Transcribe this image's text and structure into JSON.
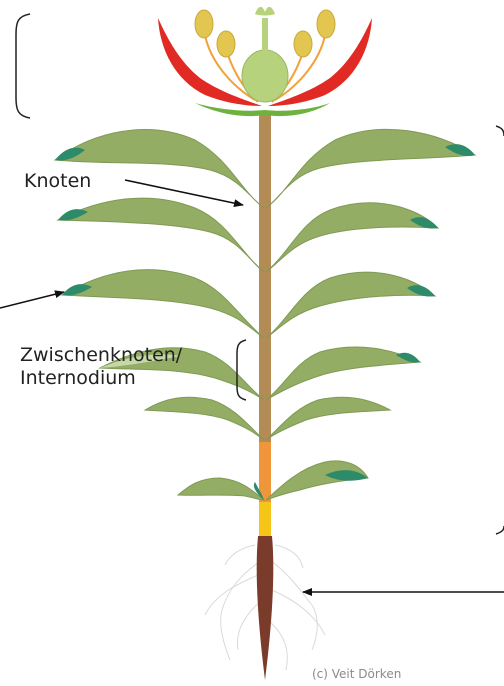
{
  "labels": {
    "knoten": "Knoten",
    "zwischenknoten_line1": "Zwischenknoten/",
    "zwischenknoten_line2": "Internodium"
  },
  "copyright": "(c) Veit Dörken",
  "colors": {
    "leaf": "#93ad65",
    "leaf_tip": "#2e8b6a",
    "stem": "#b38b55",
    "stem_orange": "#f0963a",
    "stem_yellow": "#f5c518",
    "root": "#7b3b2a",
    "petal": "#e12a24",
    "sepal": "#6fb13f",
    "ovary": "#b6d27c",
    "anther": "#e3c64f",
    "filament": "#f2a23a",
    "root_hairs": "#d9d9d9",
    "arrow": "#111111"
  }
}
